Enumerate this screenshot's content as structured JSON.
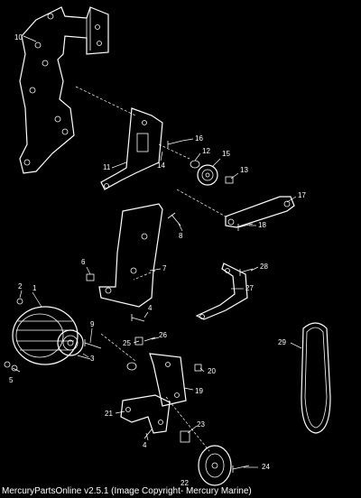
{
  "labels": {
    "l1": "1",
    "l2": "2",
    "l3": "3",
    "l4a": "4",
    "l4b": "4",
    "l5": "5",
    "l6": "6",
    "l7": "7",
    "l8": "8",
    "l9": "9",
    "l10": "10",
    "l11": "11",
    "l12": "12",
    "l13": "13",
    "l14": "14",
    "l15": "15",
    "l16": "16",
    "l17": "17",
    "l18": "18",
    "l19": "19",
    "l20": "20",
    "l21": "21",
    "l22": "22",
    "l23": "23",
    "l24": "24",
    "l25": "25",
    "l26": "26",
    "l27": "27",
    "l28": "28",
    "l29": "29"
  },
  "footer": "MercuryPartsOnline v2.5.1 (Image Copyright- Mercury Marine)"
}
